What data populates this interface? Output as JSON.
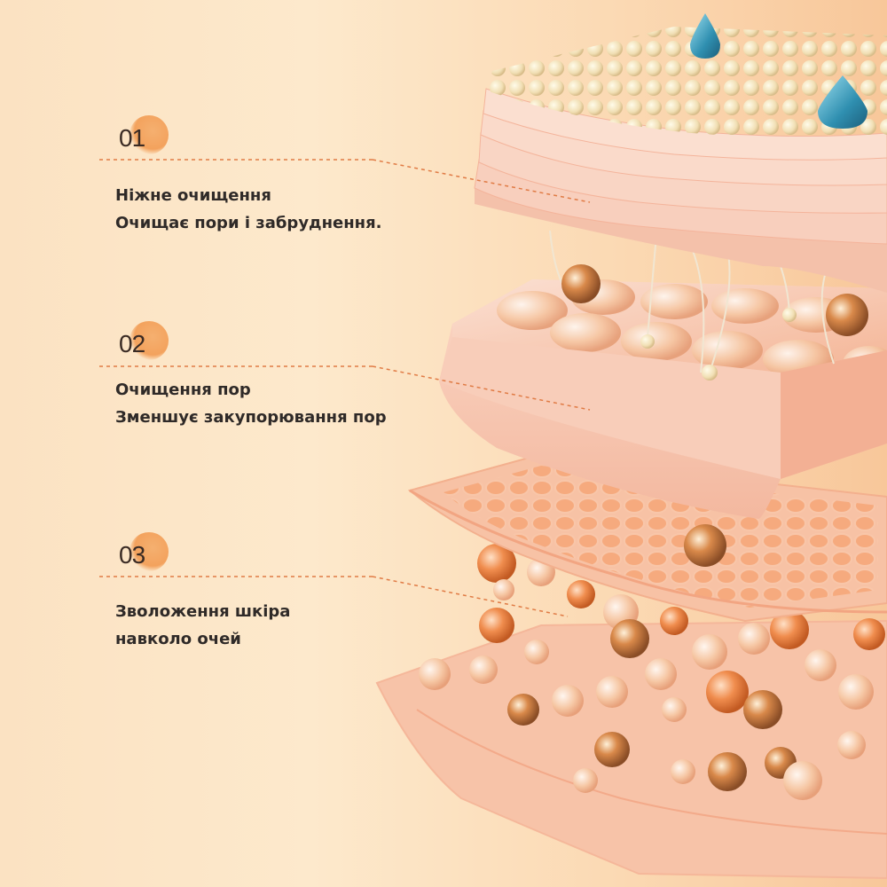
{
  "steps": [
    {
      "number": "01",
      "title": "Ніжне очищення",
      "desc": "Очищає пори і забруднення."
    },
    {
      "number": "02",
      "title": "Очищення пор",
      "desc": "Зменшує закупорювання пор"
    },
    {
      "number": "03",
      "title": "Зволоження шкіра",
      "desc": "навколо очей"
    }
  ],
  "colors": {
    "accent": "#f3a25d",
    "dash": "#e07b45",
    "text": "#2f2a28",
    "skin": "#f8c6ae",
    "droplet": "#3f9bb8"
  }
}
